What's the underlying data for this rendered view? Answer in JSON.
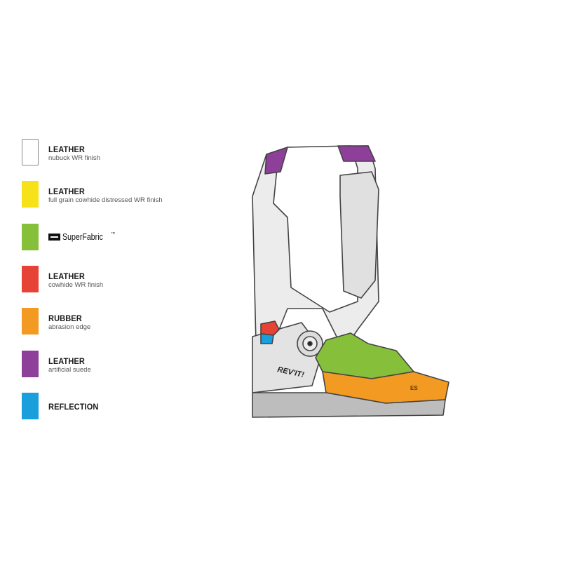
{
  "legend": {
    "items": [
      {
        "title": "LEATHER",
        "subtitle": "nubuck WR finish",
        "color": "#ffffff",
        "outline": true
      },
      {
        "title": "LEATHER",
        "subtitle": "full grain cowhide distressed WR finish",
        "color": "#f7e21a"
      },
      {
        "title": "SuperFabric",
        "subtitle": "",
        "color": "#86bf3a",
        "logo": "superfabric-logo"
      },
      {
        "title": "LEATHER",
        "subtitle": "cowhide WR finish",
        "color": "#e74236"
      },
      {
        "title": "RUBBER",
        "subtitle": "abrasion edge",
        "color": "#f29a22"
      },
      {
        "title": "LEATHER",
        "subtitle": "artificial suede",
        "color": "#8e3f9a"
      },
      {
        "title": "REFLECTION",
        "subtitle": "",
        "color": "#199fdc"
      }
    ]
  },
  "boot": {
    "brand": "REV'IT!",
    "model_badge": "ES"
  }
}
